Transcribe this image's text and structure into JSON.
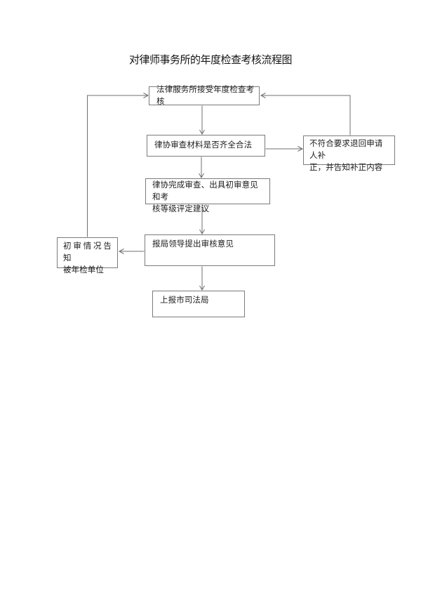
{
  "page": {
    "title": "对律师事务所的年度检查考核流程图"
  },
  "colors": {
    "background": "#ffffff",
    "box_border": "#7b7b7b",
    "connector_line": "#6f6f6f",
    "text": "#1c1c1c"
  },
  "nodes": {
    "accept": {
      "line1": "法律服务所接受年度检查考核"
    },
    "review": {
      "line1": "律协审查材料是否齐全合法"
    },
    "opinion": {
      "line1": "律协完成审查、出具初审意见和考",
      "line2": "核等级评定建议"
    },
    "leader": {
      "line1": "报局领导提出审核意见"
    },
    "report": {
      "line1": "上报市司法局"
    },
    "notify": {
      "line1": "初审情况告知",
      "line2": "被年检单位"
    },
    "reject": {
      "line1": "不符合要求退回申请人补",
      "line2": "正，并告知补正内容"
    }
  },
  "flow": {
    "edges": [
      {
        "from": "accept",
        "to": "review"
      },
      {
        "from": "review",
        "to": "reject"
      },
      {
        "from": "review",
        "to": "opinion"
      },
      {
        "from": "opinion",
        "to": "leader"
      },
      {
        "from": "leader",
        "to": "notify"
      },
      {
        "from": "leader",
        "to": "report"
      },
      {
        "from": "notify",
        "to": "accept"
      },
      {
        "from": "reject",
        "to": "accept"
      }
    ]
  }
}
